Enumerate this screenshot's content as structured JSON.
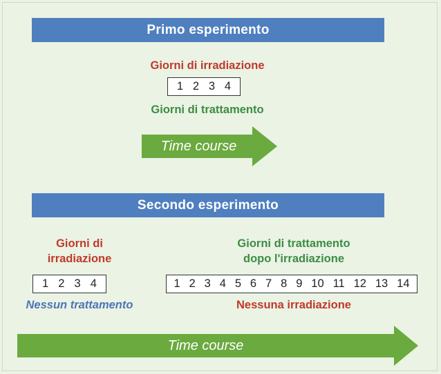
{
  "first_experiment": {
    "title": "Primo esperimento",
    "irradiation_label": "Giorni di irradiazione",
    "irradiation_days": [
      "1",
      "2",
      "3",
      "4"
    ],
    "treatment_label": "Giorni di trattamento",
    "arrow_label": "Time course"
  },
  "second_experiment": {
    "title": "Secondo esperimento",
    "irradiation_label_line1": "Giorni di",
    "irradiation_label_line2": "irradiazione",
    "irradiation_days": [
      "1",
      "2",
      "3",
      "4"
    ],
    "no_treatment_label": "Nessun trattamento",
    "treatment_label_line1": "Giorni di trattamento",
    "treatment_label_line2": "dopo l'irradiazione",
    "treatment_days": [
      "1",
      "2",
      "3",
      "4",
      "5",
      "6",
      "7",
      "8",
      "9",
      "10",
      "11",
      "12",
      "13",
      "14"
    ],
    "no_irradiation_label": "Nessuna irradiazione",
    "arrow_label": "Time course"
  },
  "colors": {
    "background": "#eaf3e4",
    "banner": "#4f7fbf",
    "red": "#c0392b",
    "green": "#3d8c45",
    "blue": "#4d74b8",
    "arrow": "#6aaa3f"
  }
}
